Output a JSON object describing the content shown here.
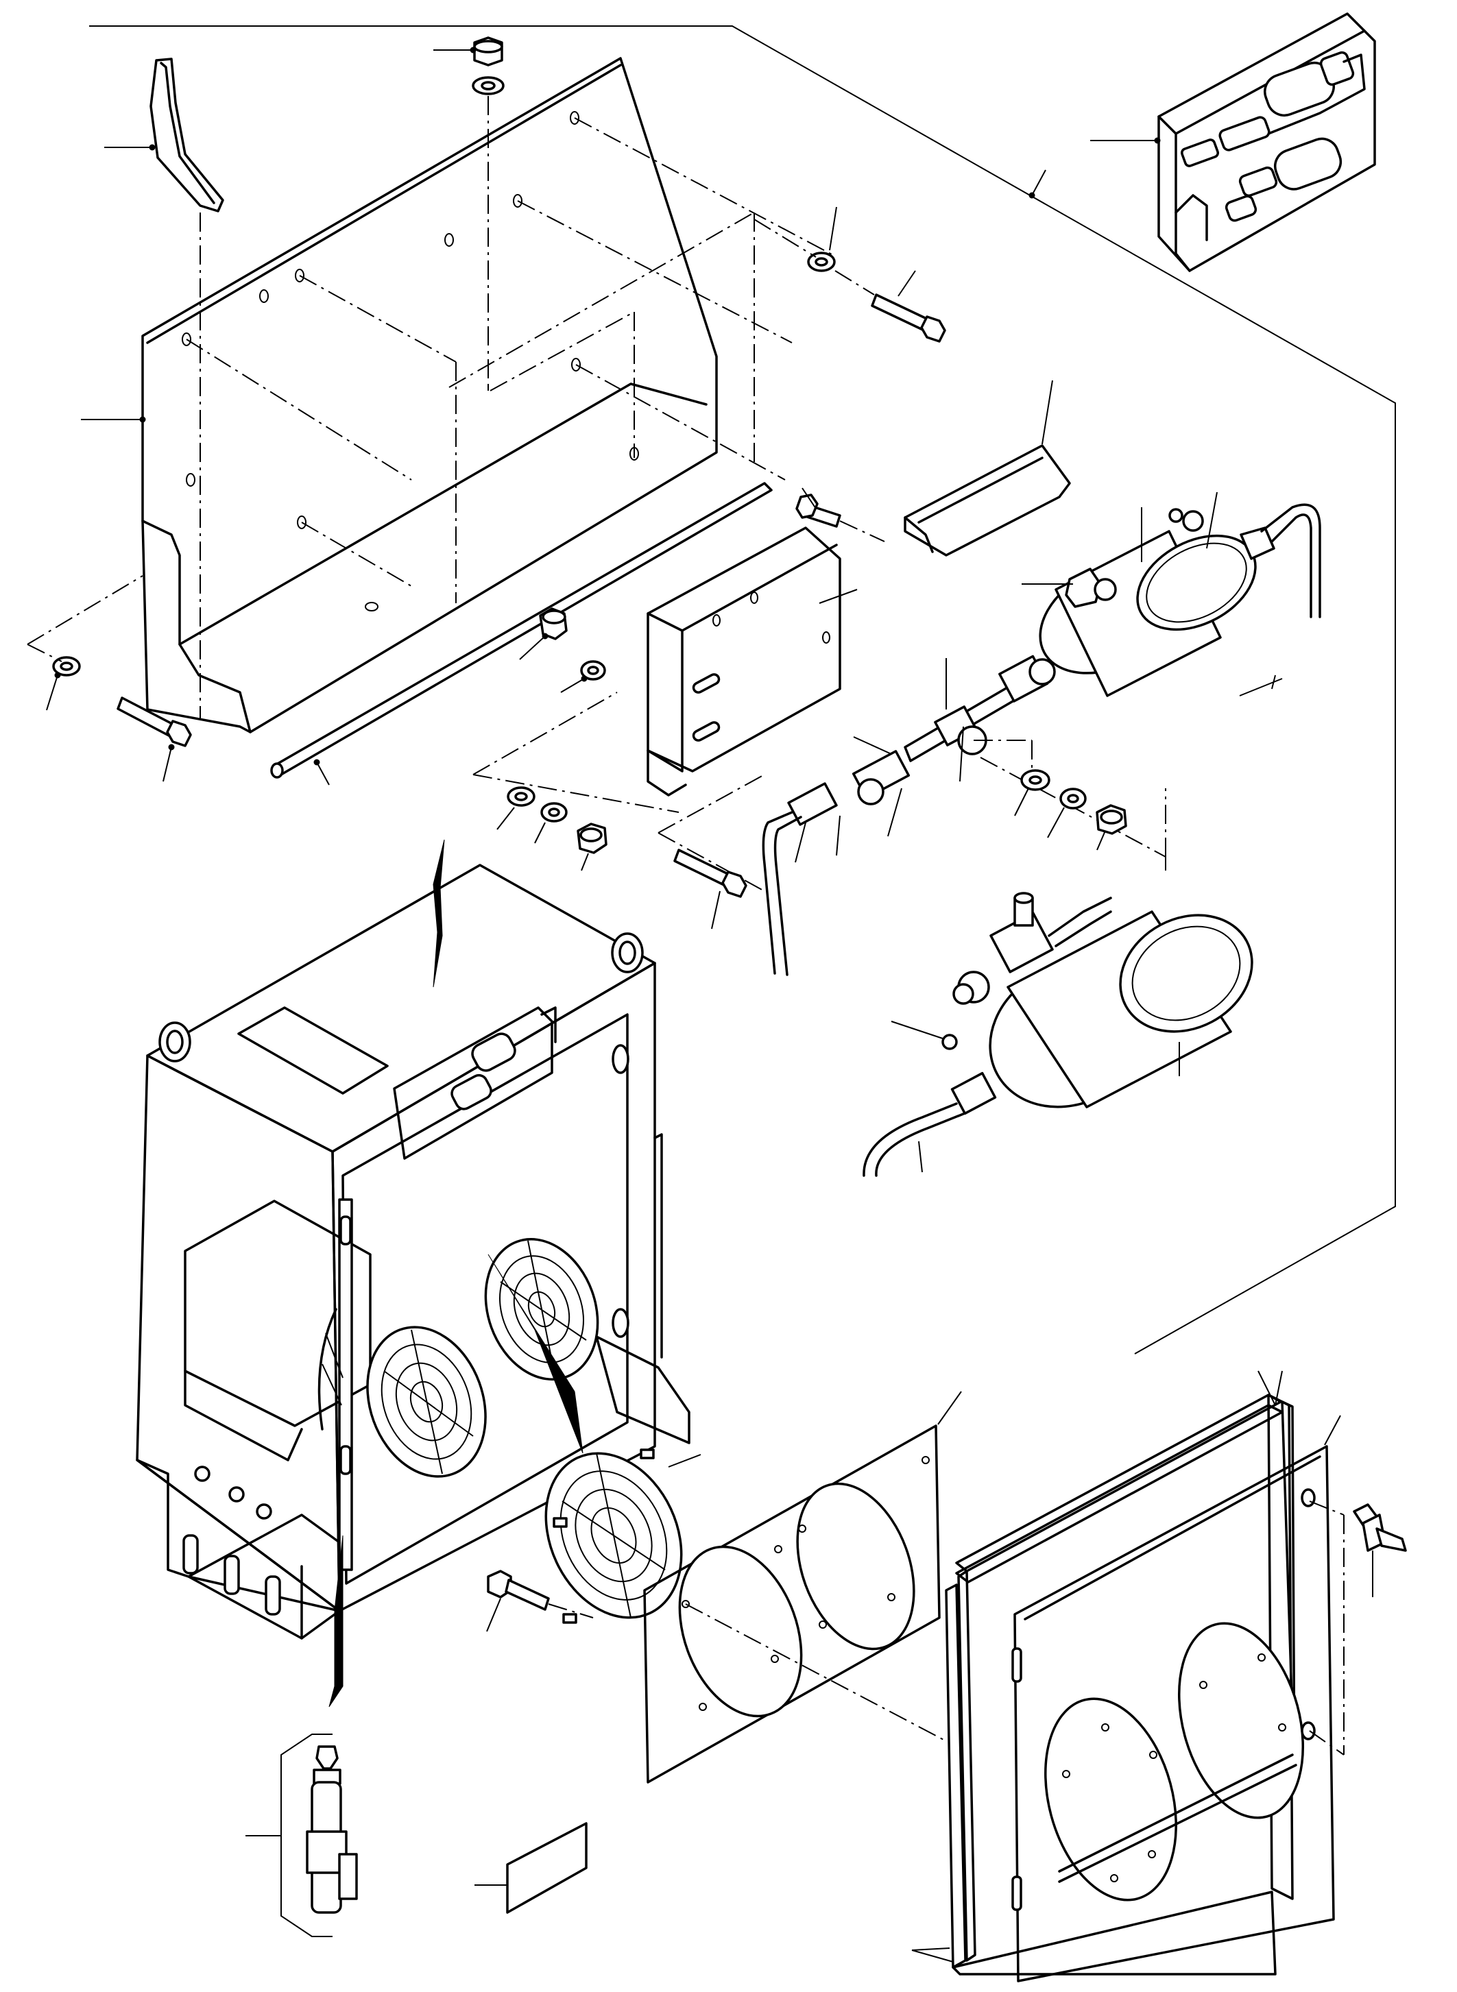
{
  "drawing": {
    "parts": [
      "breather-pipe",
      "top-nut",
      "top-washer",
      "side-panel",
      "washer",
      "bolt",
      "mounting-bracket",
      "cover-channel",
      "filter-drier",
      "sight-glass",
      "pipe-fittings",
      "receiver-tank",
      "condenser-unit",
      "fan-guard",
      "fan-shroud-panel",
      "access-door",
      "door-gaskets",
      "door-latch",
      "hinge-pin",
      "label-plate",
      "inset-bracket-assembly"
    ]
  }
}
